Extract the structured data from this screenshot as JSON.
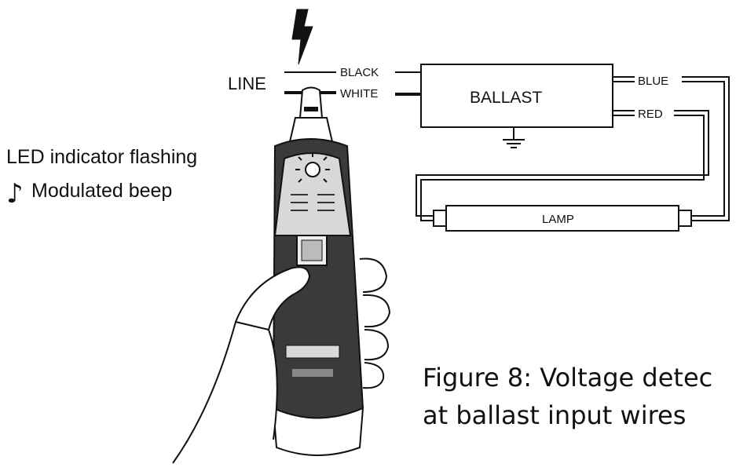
{
  "labels": {
    "line": "LINE",
    "black": "BLACK",
    "white": "WHITE",
    "ballast": "BALLAST",
    "blue": "BLUE",
    "red": "RED",
    "lamp": "LAMP",
    "led": "LED indicator flashing",
    "beep": "Modulated beep",
    "note_glyph": "♪"
  },
  "caption": {
    "line1": "Figure 8: Voltage detec",
    "line2": "at ballast input wires"
  },
  "icons": {
    "bolt": "lightning-bolt-icon",
    "ground": "ground-symbol-icon",
    "led": "led-light-icon",
    "note": "music-note-icon"
  },
  "colors": {
    "ink": "#111111",
    "paper": "#ffffff",
    "device_body": "#3a3a3a",
    "device_panel": "#d8d8d8"
  }
}
